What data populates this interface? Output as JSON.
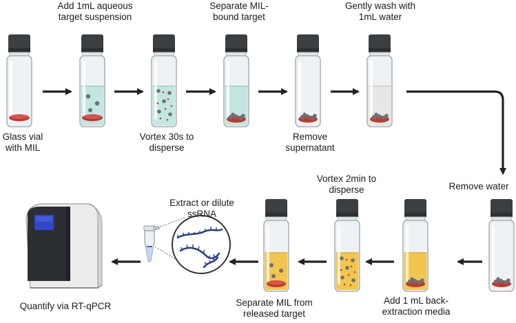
{
  "row1": {
    "steps": [
      {
        "id": "glass-vial",
        "label": [
          "Glass vial",
          "with MIL"
        ],
        "label_pos": "below"
      },
      {
        "id": "add-target",
        "label": [
          "Add 1mL aqueous",
          "target suspension"
        ],
        "label_pos": "above"
      },
      {
        "id": "vortex-30s",
        "label": [
          "Vortex 30s to",
          "disperse"
        ],
        "label_pos": "below"
      },
      {
        "id": "separate-mil",
        "label": [
          "Separate MIL-",
          "bound target"
        ],
        "label_pos": "above"
      },
      {
        "id": "remove-supernatant",
        "label": [
          "Remove",
          "supernatant"
        ],
        "label_pos": "below"
      },
      {
        "id": "gentle-wash",
        "label": [
          "Gently wash with",
          "1mL water"
        ],
        "label_pos": "above"
      }
    ]
  },
  "row2": {
    "steps": [
      {
        "id": "remove-water",
        "label": [
          "Remove water"
        ],
        "label_pos": "above"
      },
      {
        "id": "add-back-extraction",
        "label": [
          "Add 1 mL back-",
          "extraction media"
        ],
        "label_pos": "below"
      },
      {
        "id": "vortex-2min",
        "label": [
          "Vortex 2min to",
          "disperse"
        ],
        "label_pos": "above"
      },
      {
        "id": "separate-mil-released",
        "label": [
          "Separate MIL from",
          "released target"
        ],
        "label_pos": "below"
      },
      {
        "id": "extract-ssrna",
        "label": [
          "Extract or dilute",
          "ssRNA"
        ],
        "label_pos": "above"
      },
      {
        "id": "quantify",
        "label": [
          "Quantify via RT-qPCR"
        ],
        "label_pos": "below"
      }
    ]
  },
  "colors": {
    "vial_glass": "#eef2f4",
    "cap": "#3b3f42",
    "mil": "#c0392b",
    "aqueous": "#bfe6df",
    "wash_water": "#e9e6e6",
    "back_extraction_media": "#f2c64e",
    "particle": "#6c7176",
    "arrow": "#222222",
    "rna": "#243a8c",
    "instrument_screen": "#2f47c7"
  }
}
